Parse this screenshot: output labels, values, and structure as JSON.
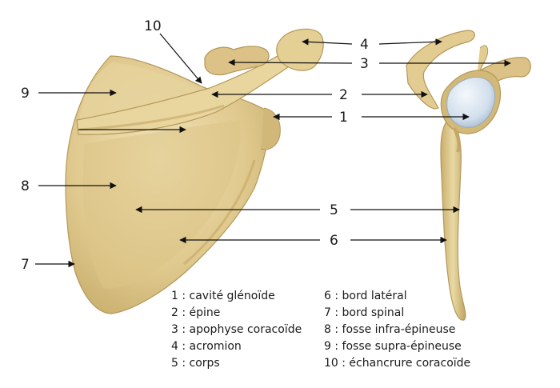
{
  "colors": {
    "bone_light": "#efe0b2",
    "bone_mid": "#ddc78c",
    "bone_shadow": "#b99f5f",
    "cartilage": "#d6e2ee",
    "line": "#111111"
  },
  "callouts": [
    "1",
    "2",
    "3",
    "4",
    "5",
    "6",
    "7",
    "8",
    "9",
    "10"
  ],
  "legend": {
    "left": [
      "1 : cavité glénoïde",
      "2 : épine",
      "3 : apophyse coracoïde",
      "4 : acromion",
      "5 : corps"
    ],
    "right": [
      "6 : bord latéral",
      "7 : bord spinal",
      "8 : fosse infra-épineuse",
      "9 : fosse supra-épineuse",
      "10 : échancrure coracoïde"
    ]
  }
}
